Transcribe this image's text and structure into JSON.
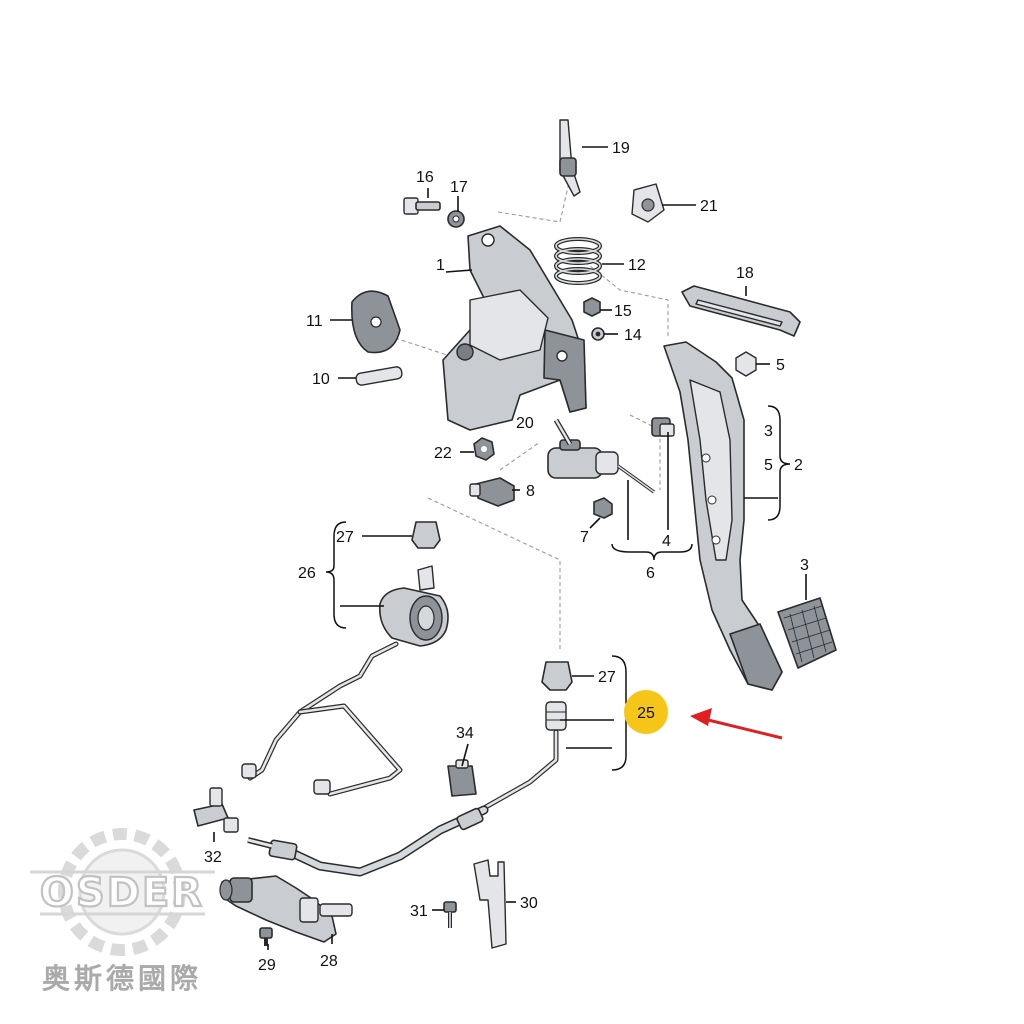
{
  "callouts": [
    {
      "id": "l1",
      "text": "1"
    },
    {
      "id": "l2",
      "text": "2"
    },
    {
      "id": "l3a",
      "text": "3"
    },
    {
      "id": "l3b",
      "text": "3"
    },
    {
      "id": "l4",
      "text": "4"
    },
    {
      "id": "l5a",
      "text": "5"
    },
    {
      "id": "l5b",
      "text": "5"
    },
    {
      "id": "l6",
      "text": "6"
    },
    {
      "id": "l7",
      "text": "7"
    },
    {
      "id": "l8",
      "text": "8"
    },
    {
      "id": "l10",
      "text": "10"
    },
    {
      "id": "l11",
      "text": "11"
    },
    {
      "id": "l12",
      "text": "12"
    },
    {
      "id": "l14",
      "text": "14"
    },
    {
      "id": "l15",
      "text": "15"
    },
    {
      "id": "l16",
      "text": "16"
    },
    {
      "id": "l17",
      "text": "17"
    },
    {
      "id": "l18",
      "text": "18"
    },
    {
      "id": "l19",
      "text": "19"
    },
    {
      "id": "l20",
      "text": "20"
    },
    {
      "id": "l21",
      "text": "21"
    },
    {
      "id": "l22",
      "text": "22"
    },
    {
      "id": "l26",
      "text": "26"
    },
    {
      "id": "l27a",
      "text": "27"
    },
    {
      "id": "l27b",
      "text": "27"
    },
    {
      "id": "l28",
      "text": "28"
    },
    {
      "id": "l29",
      "text": "29"
    },
    {
      "id": "l30",
      "text": "30"
    },
    {
      "id": "l31",
      "text": "31"
    },
    {
      "id": "l32",
      "text": "32"
    },
    {
      "id": "l34",
      "text": "34"
    }
  ],
  "highlight": {
    "text": "25",
    "color": "#f5c518"
  },
  "arrow_color": "#e02020",
  "watermark": {
    "brand": "OSDER",
    "chinese": "奥斯德國際"
  }
}
